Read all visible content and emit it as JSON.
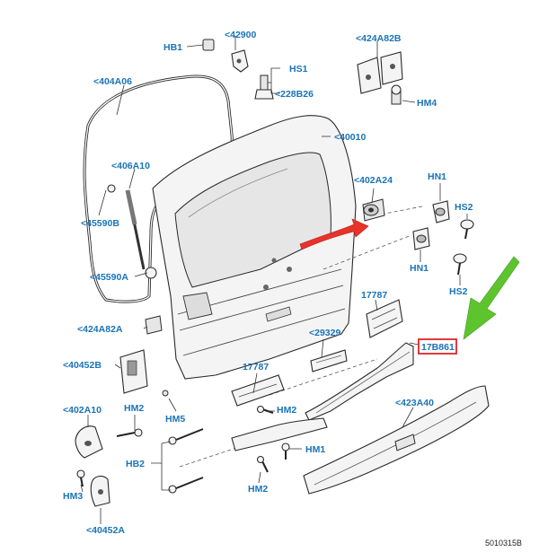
{
  "labels": {
    "hb1": "HB1",
    "p42900": "<42900",
    "hs1": "HS1",
    "p228b26": "<228B26",
    "p424a82b": "<424A82B",
    "hm4": "HM4",
    "p404a06": "<404A06",
    "p40010": "<40010",
    "p406a10": "<406A10",
    "p45590b": "<45590B",
    "p45590a": "<45590A",
    "p402a24": "<402A24",
    "hn1_top": "HN1",
    "hs2_top": "HS2",
    "hn1_bottom": "HN1",
    "hs2_bottom": "HS2",
    "p17787_right": "17787",
    "p17b861": "17B861",
    "p424a82a": "<424A82A",
    "p29329": "<29329",
    "p40452b": "<40452B",
    "p17787_mid": "17787",
    "hm5": "HM5",
    "p402a10": "<402A10",
    "hm2_top": "HM2",
    "hm2_mid": "HM2",
    "p423a40": "<423A40",
    "hm1": "HM1",
    "hb2": "HB2",
    "hm3": "HM3",
    "hm2_bottom": "HM2",
    "p40452a": "<40452A"
  },
  "diagram_ref": "5010315B",
  "colors": {
    "label": "#1a73b8",
    "highlight_box": "#e0242a",
    "arrow_green": "#5ec42e",
    "arrow_red": "#e8322a"
  }
}
